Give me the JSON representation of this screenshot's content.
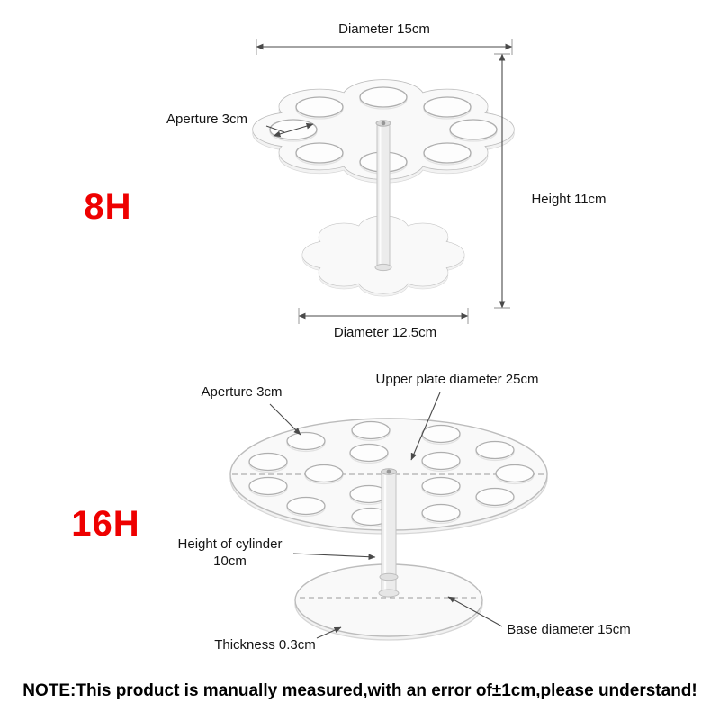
{
  "colors": {
    "background": "#ffffff",
    "model_red": "#ee0000",
    "label_text": "#151515",
    "line": "#4a4a4a"
  },
  "model_8h": {
    "label": "8H",
    "top_diameter": "Diameter 15cm",
    "aperture": "Aperture 3cm",
    "height": "Height 11cm",
    "bottom_diameter": "Diameter 12.5cm"
  },
  "model_16h": {
    "label": "16H",
    "aperture": "Aperture 3cm",
    "upper_plate_diameter": "Upper plate diameter 25cm",
    "cylinder_height_line1": "Height of cylinder",
    "cylinder_height_line2": "10cm",
    "base_diameter": "Base diameter 15cm",
    "thickness": "Thickness 0.3cm"
  },
  "note": "NOTE:This product is manually measured,with an error of±1cm,please understand!"
}
